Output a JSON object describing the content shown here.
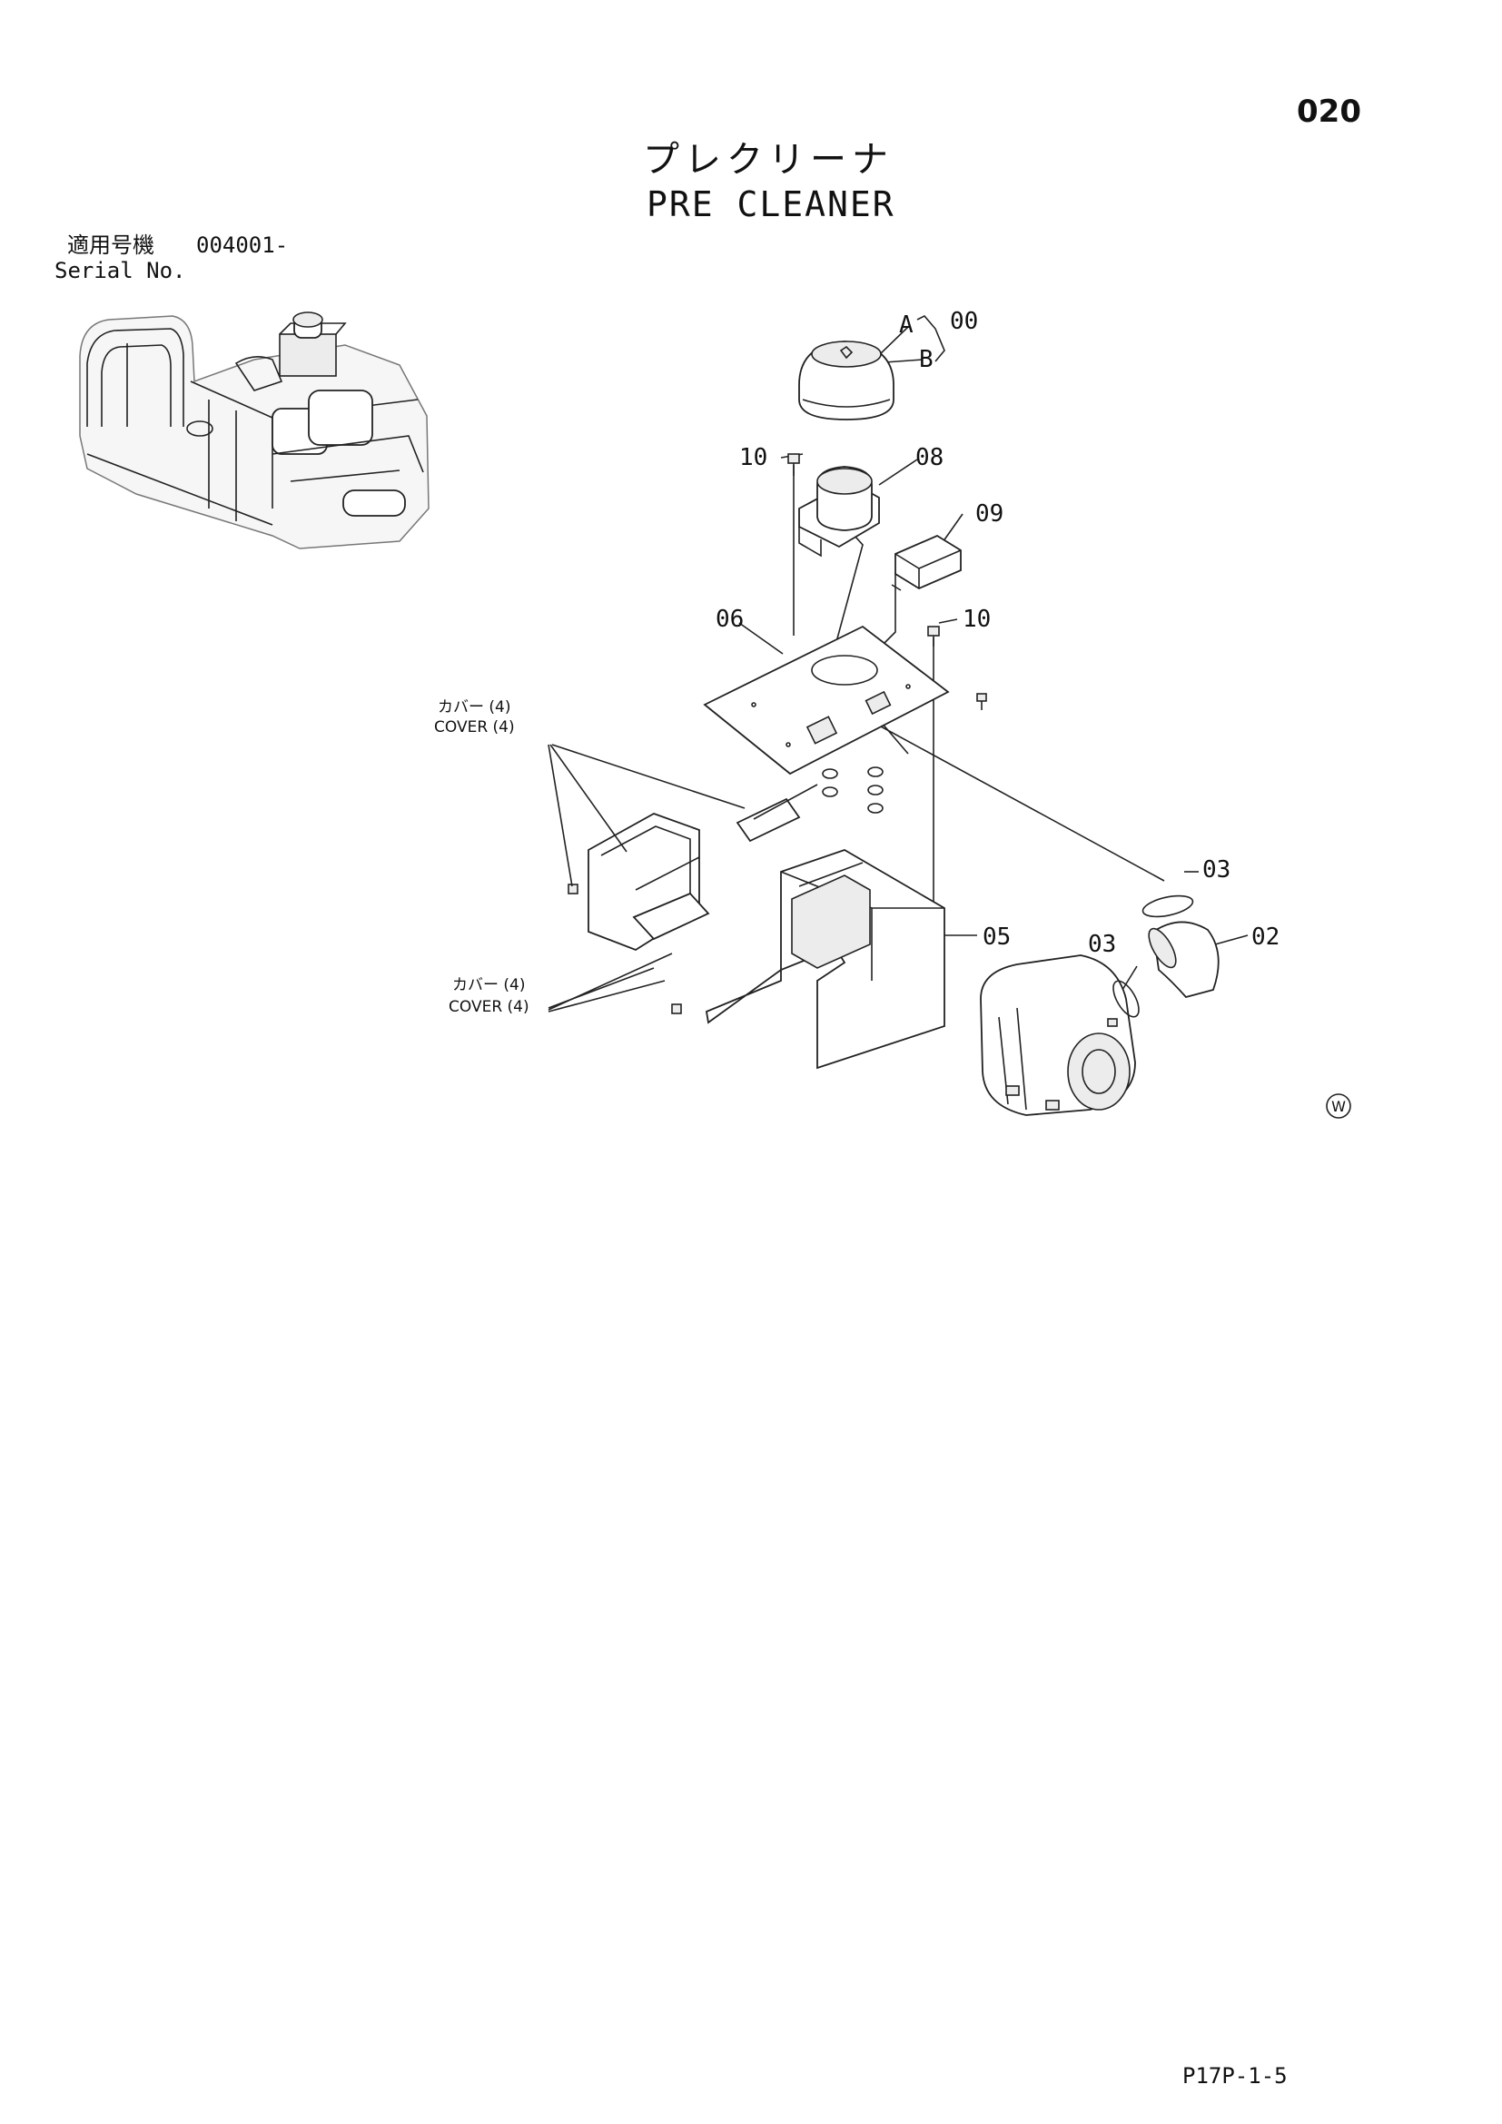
{
  "page": {
    "number": "020",
    "title_ja": "プレクリーナ",
    "title_en": "PRE CLEANER",
    "serial_label_ja": "適用号機",
    "serial_value": "004001-",
    "serial_label_en": "Serial No.",
    "footer_code": "P17P-1-5"
  },
  "callouts": {
    "a": "A",
    "b": "B",
    "p00": "00",
    "p10_top": "10",
    "p08": "08",
    "p09": "09",
    "p06": "06",
    "p10_right": "10",
    "p05": "05",
    "p03_upper": "03",
    "p02": "02",
    "p03_lower": "03"
  },
  "notes": {
    "cover_upper_ja": "カバー (4)",
    "cover_upper_en": "COVER (4)",
    "cover_lower_ja": "カバー (4)",
    "cover_lower_en": "COVER (4)"
  },
  "symbols": {
    "corner_mark": "W"
  }
}
